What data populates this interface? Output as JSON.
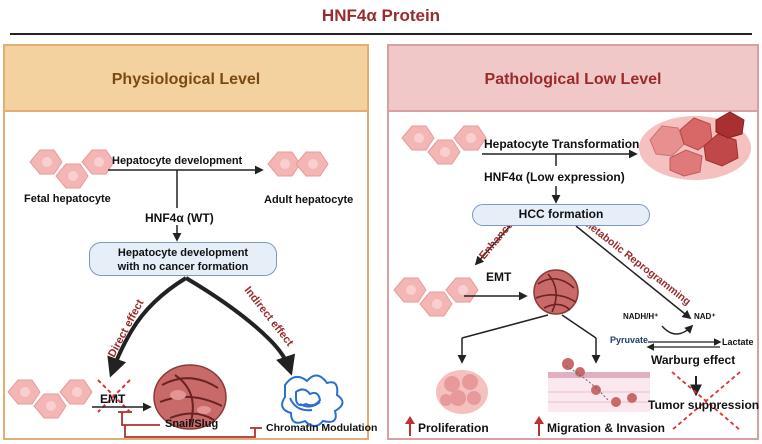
{
  "title": "HNF4α Protein",
  "left": {
    "header": "Physiological Level",
    "hepatocyte_development": "Hepatocyte development",
    "fetal_hepatocyte": "Fetal hepatocyte",
    "adult_hepatocyte": "Adult hepatocyte",
    "hnf4a_wt": "HNF4α (WT)",
    "box_line1": "Hepatocyte development",
    "box_line2": "with no cancer formation",
    "direct_effect": "Direct effect",
    "indirect_effect": "Indirect effect",
    "emt": "EMT",
    "snail_slug": "Snail/Slug",
    "chromatin_modulation": "Chromatin Modulation"
  },
  "right": {
    "header": "Pathological Low Level",
    "hepatocyte_transformation": "Hepatocyte Transformation",
    "hnf4a_low": "HNF4α (Low expression)",
    "hcc_formation": "HCC formation",
    "enhance": "Enhance",
    "metabolic_reprogramming": "Metabolic Reprogramming",
    "emt": "EMT",
    "nadh": "NADH/H⁺",
    "nad": "NAD⁺",
    "pyruvate": "Pyruvate",
    "lactate": "Lactate",
    "warburg_effect": "Warburg effect",
    "tumor_suppression": "Tumor suppression",
    "proliferation": "Proliferation",
    "migration_invasion": "Migration & Invasion"
  },
  "colors": {
    "title_red": "#9b2b2b",
    "left_header_bg": "#f3d2a0",
    "left_border": "#e0b070",
    "right_header_bg": "#f0c8c8",
    "right_border": "#d8a0a0",
    "cell_pink": "#f4b5b5",
    "box_blue": "#e6eef8",
    "arrow_red": "#b03030"
  }
}
